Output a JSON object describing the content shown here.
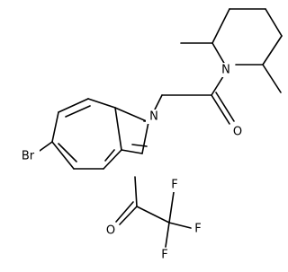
{
  "structure": {
    "atoms": {
      "n_piperidine": "N",
      "o_amide": "O",
      "n_indole": "N",
      "br": "Br",
      "o_ketone": "O",
      "f_top": "F",
      "f_right": "F",
      "f_bottom": "F"
    }
  }
}
